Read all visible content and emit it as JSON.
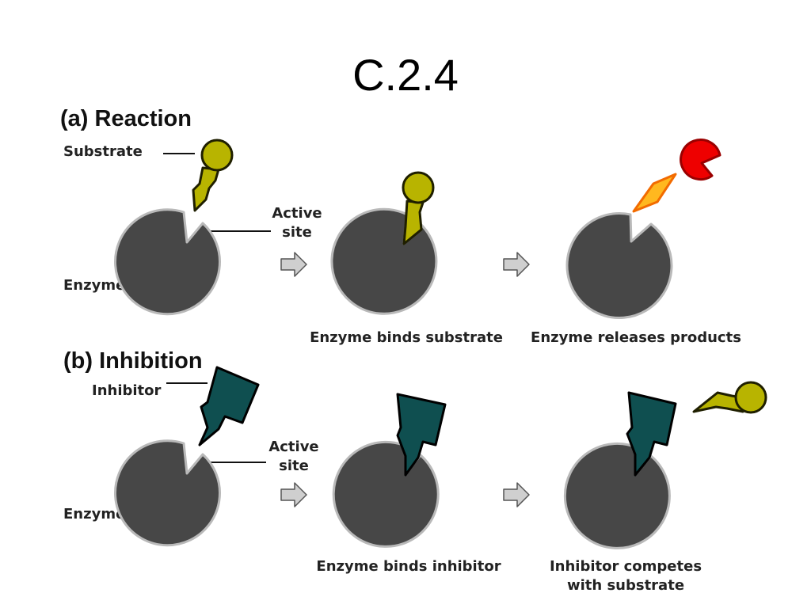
{
  "slide": {
    "title": "C.2.4"
  },
  "reaction": {
    "heading": "(a) Reaction",
    "labels": {
      "substrate": "Substrate",
      "active_site": "Active\nsite",
      "enzyme": "Enzyme"
    },
    "captions": {
      "binds": "Enzyme binds substrate",
      "releases": "Enzyme releases products"
    }
  },
  "inhibition": {
    "heading": "(b) Inhibition",
    "labels": {
      "inhibitor": "Inhibitor",
      "active_site": "Active\nsite",
      "enzyme": "Enzyme"
    },
    "captions": {
      "binds": "Enzyme binds inhibitor",
      "competes": "Inhibitor competes\nwith substrate"
    }
  },
  "colors": {
    "enzyme": "#474747",
    "enzyme_outline": "#b9b9b9",
    "substrate": "#b8b400",
    "inhibitor": "#0f4f50",
    "product_diamond": "#ffb81f",
    "product_pacman": "#ee0000",
    "arrow": "#cfcfcf"
  }
}
